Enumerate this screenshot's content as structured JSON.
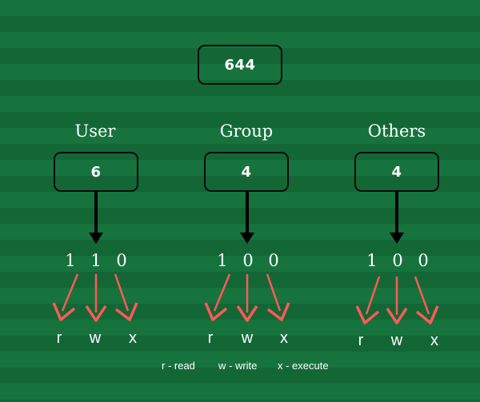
{
  "mode_value": "644",
  "groups": [
    {
      "heading": "User",
      "digit": "6",
      "bits": "1 1 0",
      "permissions": [
        "r",
        "w",
        "x"
      ]
    },
    {
      "heading": "Group",
      "digit": "4",
      "bits": "1 0 0",
      "permissions": [
        "r",
        "w",
        "x"
      ]
    },
    {
      "heading": "Others",
      "digit": "4",
      "bits": "1 0 0",
      "permissions": [
        "r",
        "w",
        "x"
      ]
    }
  ],
  "legend": [
    "r - read",
    "w - write",
    "x - execute"
  ],
  "colors": {
    "background_light": "#17733d",
    "background_dark": "#126735",
    "box_border": "#0b0b0b",
    "arrow_black": "#000000",
    "arrow_red": "#ff5a5a",
    "text": "#ffffff"
  }
}
